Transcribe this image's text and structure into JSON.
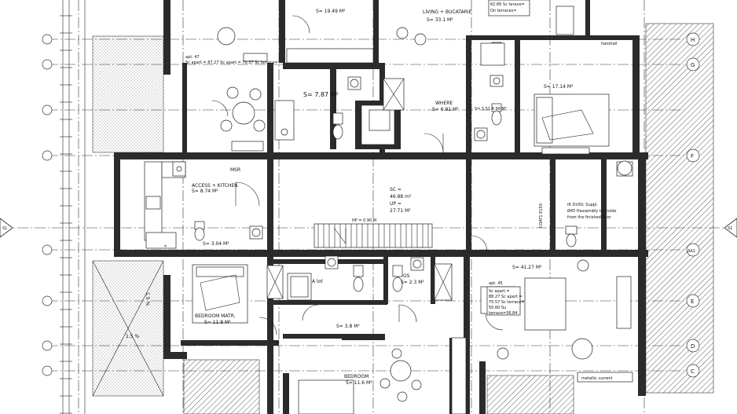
{
  "rooms": {
    "area_top_left": "S= 19.49 M²",
    "living_bucatarie": "LIVING + BUCATARIE",
    "living_area": "S= 33.1 M²",
    "terrace_note_1": "62.66 Sc terace=",
    "terrace_note_2": "On terraces=",
    "handrail": "handrail",
    "apt47": "apt. 47",
    "apt47_areas": "Sc apart.= 87.27  Sc apart.= 70.37  Sc terrace=",
    "room_787": "S= 7.87 M²",
    "where": "WHERE",
    "where_area": "S= 6.91 M²",
    "bath_area": "S= 5.51 4.99 M²",
    "room_1714": "S= 17.14 M²",
    "msr": "MSR",
    "access_kitchen": "ACCESS + KITCHEN",
    "access_area": "S= 8.74 M²",
    "sc": "SC =",
    "sc_val": "46.88 m²",
    "up": "UP =",
    "up_val": "27.71 M²",
    "hp": "HP = 0.90 M",
    "duct_note_1": "ift Dn50; Suppl.",
    "duct_note_2": "Ø45 Hassembly to inside",
    "duct_note_3": "from the finished floor",
    "vertical_note": "COAT1 E150",
    "small_area": "S= 3.04 M²",
    "bedroom_matr": "BEDROOM MATR.",
    "bedroom_matr_area": "S= 11.8 M²",
    "a_lot": "A lot",
    "gs": "GS",
    "gs_area": "S= 2.3 M²",
    "corridor_area": "S= 3.8 M²",
    "living_4127": "S= 41.27 M²",
    "apt45": "apt. 45",
    "apt45_lines": [
      "Sc apart.=",
      "88.27 Sc apart.=",
      "75.57 Sc terrace=",
      "50.60 Su",
      "terrace=36.84"
    ],
    "bedroom": "BEDROOM",
    "bedroom_area": "S= 11.6 M²",
    "metallic_current": "metallic current",
    "balcony_dim_1": "1.5 %",
    "balcony_dim_2": "1.5 %"
  },
  "grid_axes": {
    "right": [
      "H",
      "G",
      "F",
      "E",
      "D",
      "C"
    ],
    "section_left": "S1",
    "section_right": "S1",
    "section_tag": "ΔA1"
  },
  "colors": {
    "walls": "#2b2b2b",
    "lines": "#222222",
    "background": "#ffffff"
  }
}
